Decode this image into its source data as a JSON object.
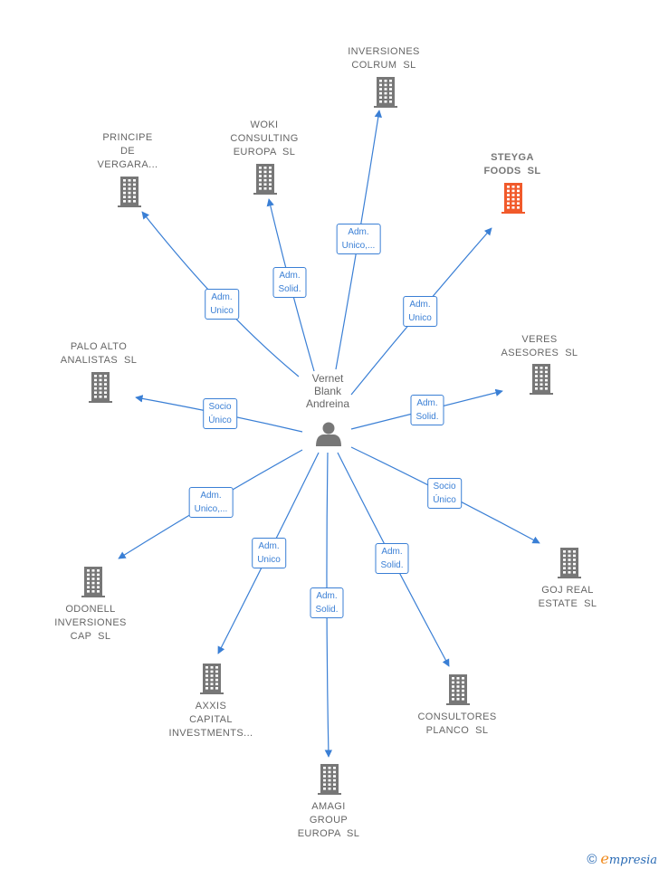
{
  "center": {
    "name": "Vernet\nBlank\nAndreina",
    "icon": "person-icon"
  },
  "colors": {
    "edge": "#3a7fd5",
    "building": "#777777",
    "highlight": "#f15a2b",
    "text": "#666666"
  },
  "nodes": [
    {
      "id": "colrum",
      "name": "INVERSIONES\nCOLRUM  SL",
      "relation": "Adm.\nUnico,...",
      "highlight": false
    },
    {
      "id": "woki",
      "name": "WOKI\nCONSULTING\nEUROPA  SL",
      "relation": "Adm.\nSolid.",
      "highlight": false
    },
    {
      "id": "principe",
      "name": "PRINCIPE\nDE\nVERGARA...",
      "relation": "Adm.\nUnico",
      "highlight": false
    },
    {
      "id": "steyga",
      "name": "STEYGA\nFOODS  SL",
      "relation": "Adm.\nUnico",
      "highlight": true
    },
    {
      "id": "paloalto",
      "name": "PALO ALTO\nANALISTAS  SL",
      "relation": "Socio\nÚnico",
      "highlight": false
    },
    {
      "id": "veres",
      "name": "VERES\nASESORES  SL",
      "relation": "Adm.\nSolid.",
      "highlight": false
    },
    {
      "id": "odonell",
      "name": "ODONELL\nINVERSIONES\nCAP  SL",
      "relation": "Adm.\nUnico,...",
      "highlight": false
    },
    {
      "id": "goj",
      "name": "GOJ REAL\nESTATE  SL",
      "relation": "Socio\nÚnico",
      "highlight": false
    },
    {
      "id": "axxis",
      "name": "AXXIS\nCAPITAL\nINVESTMENTS...",
      "relation": "Adm.\nUnico",
      "highlight": false
    },
    {
      "id": "consultores",
      "name": "CONSULTORES\nPLANCO  SL",
      "relation": "Adm.\nSolid.",
      "highlight": false
    },
    {
      "id": "amagi",
      "name": "AMAGI\nGROUP\nEUROPA  SL",
      "relation": "Adm.\nSolid.",
      "highlight": false
    }
  ],
  "footer": {
    "copyright": "©",
    "brand_initial": "e",
    "brand_rest": "mpresia"
  }
}
